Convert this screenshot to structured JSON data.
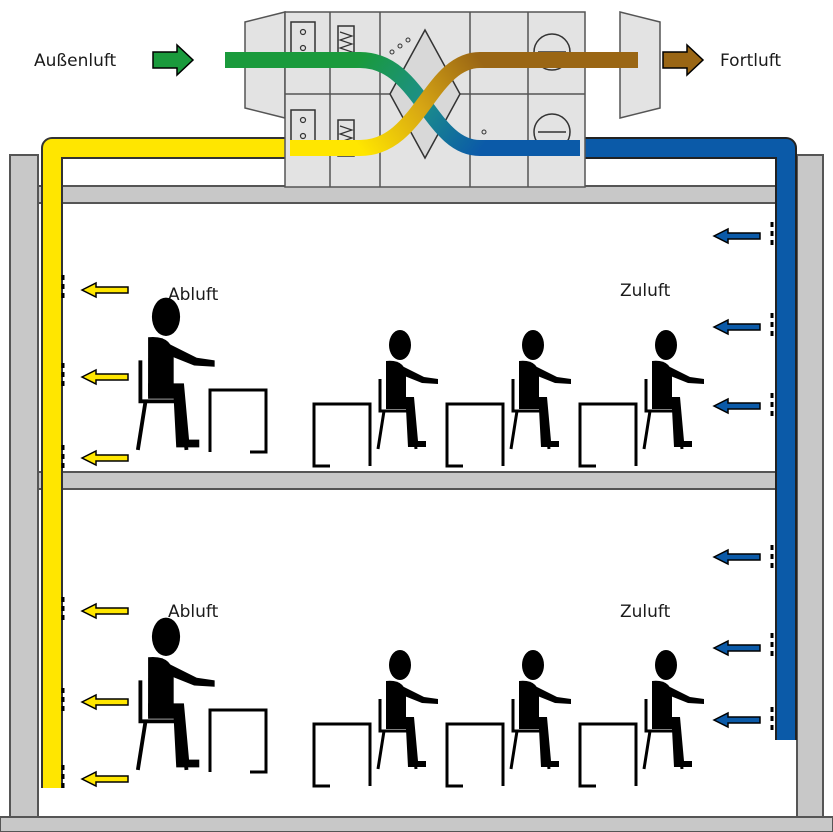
{
  "labels": {
    "outdoor_air": "Außenluft",
    "exhaust_out": "Fortluft",
    "upper_extract": "Abluft",
    "upper_supply": "Zuluft",
    "lower_extract": "Abluft",
    "lower_supply": "Zuluft"
  },
  "colors": {
    "outdoor_air": "#1a9a3c",
    "exhaust_out": "#9a6614",
    "extract_air": "#ffe600",
    "supply_air": "#0b5aa8",
    "building_wall": "#c8c8c8",
    "unit_body": "#e3e3e3",
    "figure": "#000000"
  }
}
